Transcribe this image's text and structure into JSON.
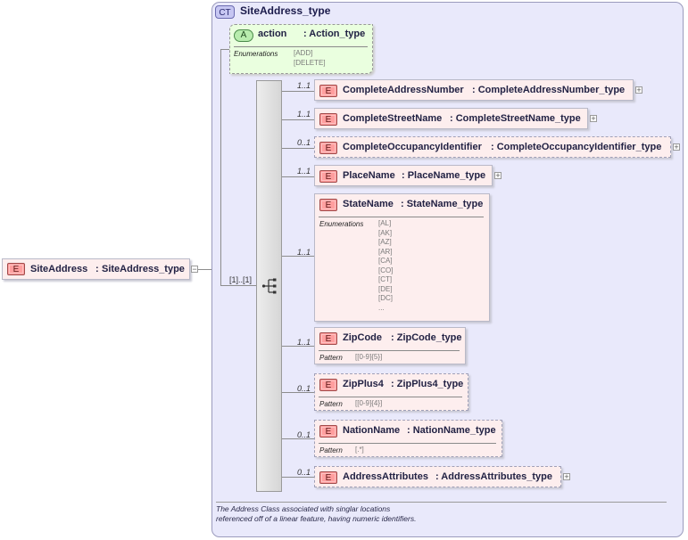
{
  "root": {
    "name": "SiteAddress",
    "type": "SiteAddress_type",
    "badge": "E",
    "collapse": "−"
  },
  "complex_type": {
    "badge": "CT",
    "title": "SiteAddress_type"
  },
  "attribute": {
    "badge": "A",
    "name": "action",
    "type": ": Action_type",
    "facet_label": "Enumerations",
    "values": "[ADD]\n[DELETE]"
  },
  "sequence": {
    "cardinality": "[1]..[1]"
  },
  "elements": [
    {
      "name": "CompleteAddressNumber",
      "type": ": CompleteAddressNumber_type",
      "card": "1..1"
    },
    {
      "name": "CompleteStreetName",
      "type": ": CompleteStreetName_type",
      "card": "1..1"
    },
    {
      "name": "CompleteOccupancyIdentifier",
      "type": ": CompleteOccupancyIdentifier_type",
      "card": "0..1"
    },
    {
      "name": "PlaceName",
      "type": ": PlaceName_type",
      "card": "1..1"
    },
    {
      "name": "StateName",
      "type": ": StateName_type",
      "card": "1..1",
      "facet_label": "Enumerations",
      "values": "[AL]\n[AK]\n[AZ]\n[AR]\n[CA]\n[CO]\n[CT]\n[DE]\n[DC]\n..."
    },
    {
      "name": "ZipCode",
      "type": ": ZipCode_type",
      "card": "1..1",
      "facet_label": "Pattern",
      "values": "[[0-9]{5}]"
    },
    {
      "name": "ZipPlus4",
      "type": ": ZipPlus4_type",
      "card": "0..1",
      "facet_label": "Pattern",
      "values": "[[0-9]{4}]"
    },
    {
      "name": "NationName",
      "type": ": NationName_type",
      "card": "0..1",
      "facet_label": "Pattern",
      "values": "[.*]"
    },
    {
      "name": "AddressAttributes",
      "type": ": AddressAttributes_type",
      "card": "0..1"
    }
  ],
  "element_badge": "E",
  "expand_symbol": "+",
  "documentation": "The Address Class associated with singlar locations referenced off of a linear feature, having numeric identifiers.",
  "colors": {
    "ct_fill": "#e9e9fb",
    "element_fill": "#fdeeee",
    "element_badge": "#ff9f9f",
    "attribute_fill": "#eaffdf"
  }
}
